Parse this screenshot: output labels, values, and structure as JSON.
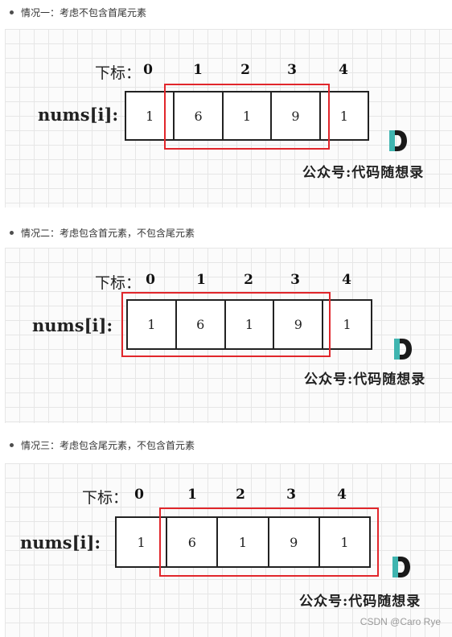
{
  "cases": [
    {
      "label": "情况一：考虑不包含首尾元素",
      "index_label": "下标：",
      "indices": [
        "0",
        "1",
        "2",
        "3",
        "4"
      ],
      "array_label": "nums[i]:",
      "values": [
        "1",
        "6",
        "1",
        "9",
        "1"
      ],
      "highlighted_range": [
        1,
        3
      ],
      "watermark": "公众号:代码随想录"
    },
    {
      "label": "情况二：考虑包含首元素，不包含尾元素",
      "index_label": "下标：",
      "indices": [
        "0",
        "1",
        "2",
        "3",
        "4"
      ],
      "array_label": "nums[i]:",
      "values": [
        "1",
        "6",
        "1",
        "9",
        "1"
      ],
      "highlighted_range": [
        0,
        3
      ],
      "watermark": "公众号:代码随想录"
    },
    {
      "label": "情况三：考虑包含尾元素，不包含首元素",
      "index_label": "下标：",
      "indices": [
        "0",
        "1",
        "2",
        "3",
        "4"
      ],
      "array_label": "nums[i]:",
      "values": [
        "1",
        "6",
        "1",
        "9",
        "1"
      ],
      "highlighted_range": [
        1,
        4
      ],
      "watermark": "公众号:代码随想录"
    }
  ],
  "footer": "CSDN @Caro Rye",
  "colors": {
    "highlight": "#e1262b",
    "logo_teal": "#3fb5b0",
    "logo_dark": "#1a1a1a"
  }
}
